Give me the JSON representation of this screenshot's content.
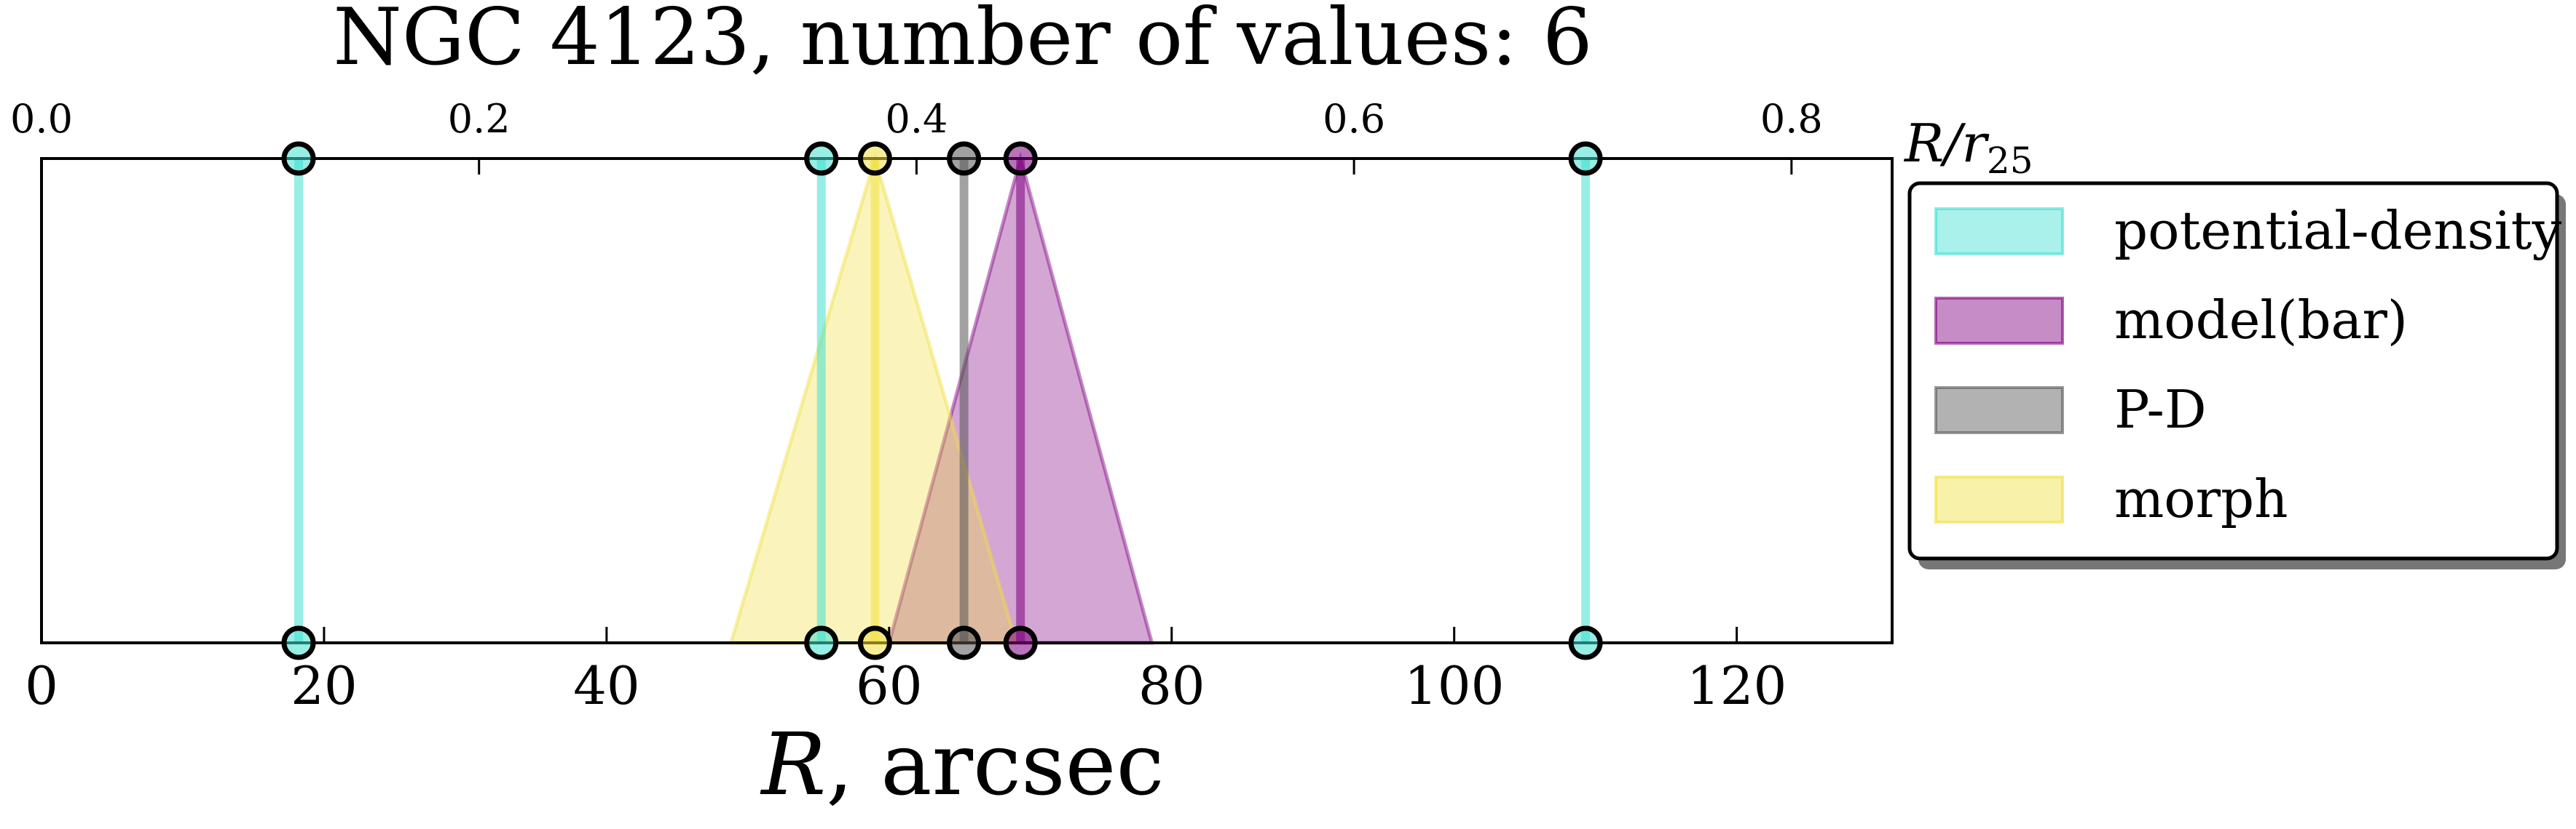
{
  "chart_data": {
    "type": "scatter",
    "title": "NGC 4123, number of values: 6",
    "xlabel": "R, arcsec",
    "xlabel_italic": "R",
    "xlabel_rest": ", arcsec",
    "x2label_base": "R/r",
    "x2label_sub": "25",
    "xlim": [
      0,
      131
    ],
    "xticks": [
      0,
      20,
      40,
      60,
      80,
      100,
      120
    ],
    "x2lim": [
      0.0,
      0.846
    ],
    "x2ticks": [
      0.0,
      0.2,
      0.4,
      0.6,
      0.8
    ],
    "x2ticklabels": [
      "0.0",
      "0.2",
      "0.4",
      "0.6",
      "0.8"
    ],
    "grid": false,
    "legend_position": "outside-right",
    "series": [
      {
        "name": "potential-density",
        "color": "#40E0D0",
        "lines": [
          18.2,
          55.2,
          109.3
        ],
        "intervals": []
      },
      {
        "name": "model(bar)",
        "color": "#800080",
        "lines": [
          69.3
        ],
        "intervals": [
          [
            60.0,
            78.6
          ]
        ]
      },
      {
        "name": "P-D",
        "color": "#555555",
        "lines": [
          65.3
        ],
        "intervals": []
      },
      {
        "name": "morph",
        "color": "#F0E040",
        "lines": [
          59.0
        ],
        "intervals": [
          [
            48.8,
            69.0
          ]
        ]
      }
    ],
    "legend": [
      "potential-density",
      "model(bar)",
      "P-D",
      "morph"
    ]
  }
}
